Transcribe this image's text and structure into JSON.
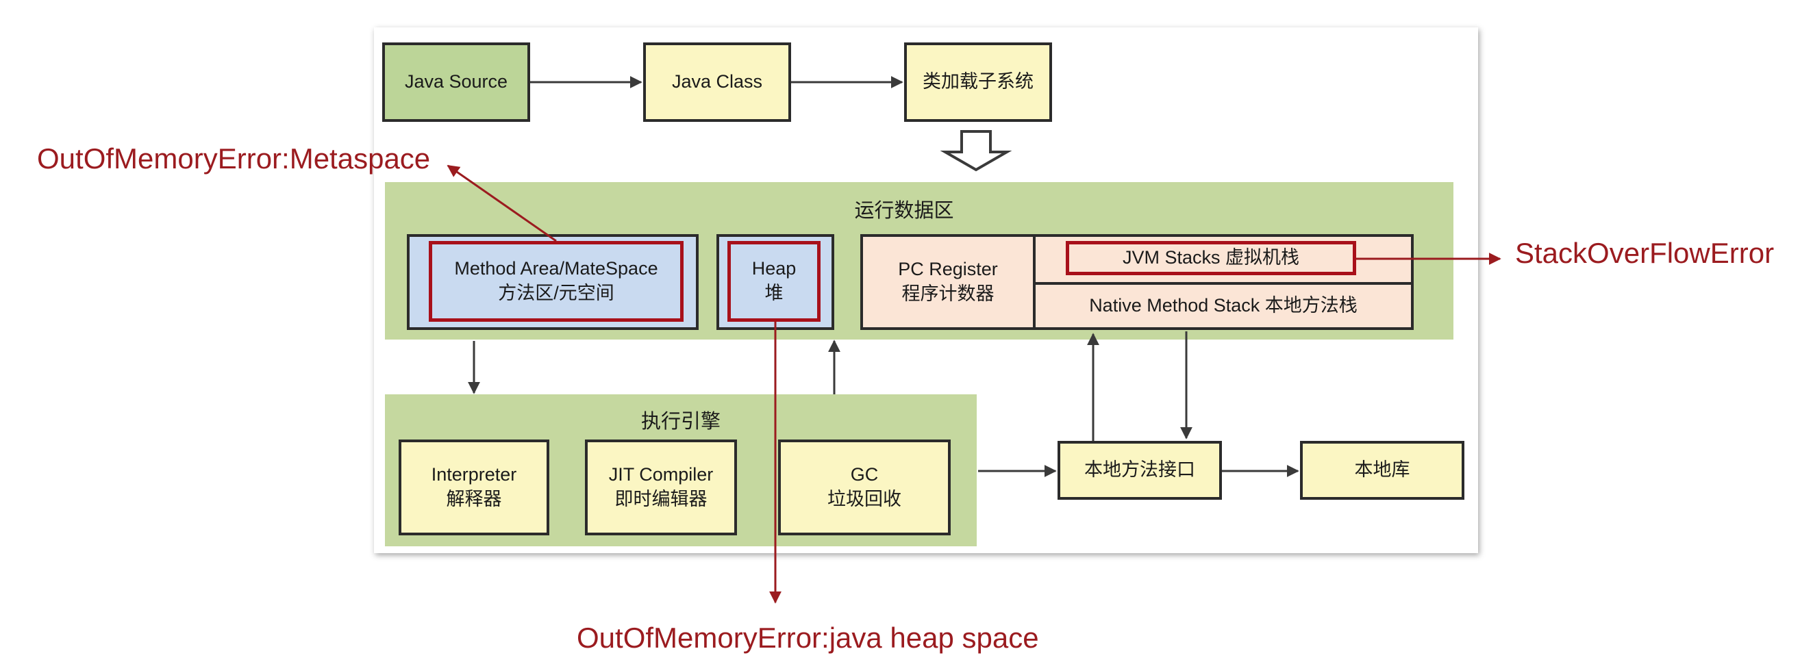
{
  "diagram": {
    "nodes": {
      "java_source": "Java Source",
      "java_class": "Java Class",
      "class_loader": "类加载子系统",
      "method_area": {
        "line1": "Method Area/MateSpace",
        "line2": "方法区/元空间"
      },
      "heap": {
        "line1": "Heap",
        "line2": "堆"
      },
      "pc_register": {
        "line1": "PC Register",
        "line2": "程序计数器"
      },
      "jvm_stacks": "JVM Stacks 虚拟机栈",
      "native_method_stack": "Native Method Stack 本地方法栈",
      "interpreter": {
        "line1": "Interpreter",
        "line2": "解释器"
      },
      "jit_compiler": {
        "line1": "JIT Compiler",
        "line2": "即时编辑器"
      },
      "gc": {
        "line1": "GC",
        "line2": "垃圾回收"
      },
      "native_interface": "本地方法接口",
      "native_library": "本地库"
    },
    "zones": {
      "runtime_data_area": "运行数据区",
      "execution_engine": "执行引擎"
    },
    "errors": {
      "metaspace": "OutOfMemoryError:Metaspace",
      "stack_overflow": "StackOverFlowError",
      "heap_space": "OutOfMemoryError:java heap space"
    },
    "colors": {
      "error_text": "#9b1b1f",
      "error_frame": "#a8101a",
      "zone_green": "#c5d89f",
      "box_yellow": "#fbf6c3",
      "box_blue": "#c9daf0",
      "box_peach": "#fbe5d6"
    }
  }
}
